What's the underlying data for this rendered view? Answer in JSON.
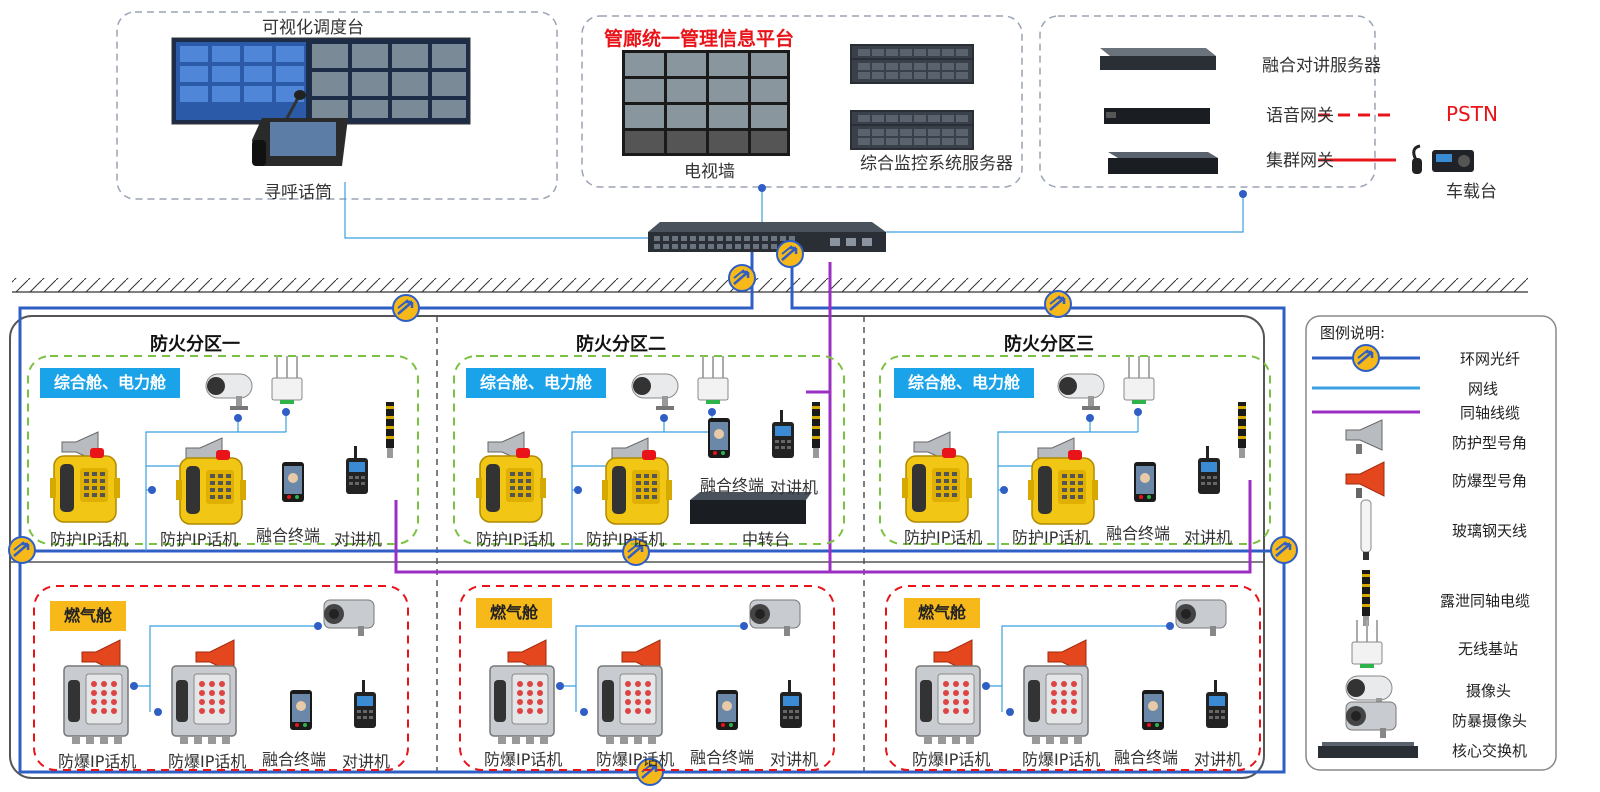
{
  "top": {
    "dispatch_title": "可视化调度台",
    "mic_label": "寻呼话筒",
    "platform_title": "管廊统一管理信息平台",
    "tv_wall_label": "电视墙",
    "monitor_server_label": "综合监控系统服务器",
    "intercom_server_label": "融合对讲服务器",
    "voice_gateway_label": "语音网关",
    "pstn_label": "PSTN",
    "trunk_gateway_label": "集群网关",
    "vehicle_radio_label": "车载台"
  },
  "zones": [
    {
      "title": "防火分区一",
      "upper_tag": "综合舱、电力舱",
      "lower_tag": "燃气舱",
      "upper_labels": [
        "防护IP话机",
        "防护IP话机",
        "融合终端",
        "对讲机"
      ],
      "lower_labels": [
        "防爆IP话机",
        "防爆IP话机",
        "融合终端",
        "对讲机"
      ]
    },
    {
      "title": "防火分区二",
      "upper_tag": "综合舱、电力舱",
      "lower_tag": "燃气舱",
      "upper_labels": [
        "防护IP话机",
        "防护IP话机",
        "融合终端",
        "对讲机",
        "中转台"
      ],
      "lower_labels": [
        "防爆IP话机",
        "防爆IP话机",
        "融合终端",
        "对讲机"
      ]
    },
    {
      "title": "防火分区三",
      "upper_tag": "综合舱、电力舱",
      "lower_tag": "燃气舱",
      "upper_labels": [
        "防护IP话机",
        "防护IP话机",
        "融合终端",
        "对讲机"
      ],
      "lower_labels": [
        "防爆IP话机",
        "防爆IP话机",
        "融合终端",
        "对讲机"
      ]
    }
  ],
  "legend": {
    "title": "图例说明:",
    "items": [
      "环网光纤",
      "网线",
      "同轴线缆",
      "防护型号角",
      "防爆型号角",
      "玻璃钢天线",
      "露泄同轴电缆",
      "无线基站",
      "摄像头",
      "防暴摄像头",
      "核心交换机"
    ]
  },
  "colors": {
    "ring_fiber": "#2f5fc4",
    "network_cable": "#3aa0e0",
    "coax": "#9b2fc4",
    "upper_zone_border": "#7cc242",
    "lower_zone_border": "#e8141a",
    "pstn_line": "#e8141a",
    "phone_yellow": "#f2c614",
    "tag_blue": "#1aa3e8",
    "tag_yellow": "#f7b91a"
  }
}
